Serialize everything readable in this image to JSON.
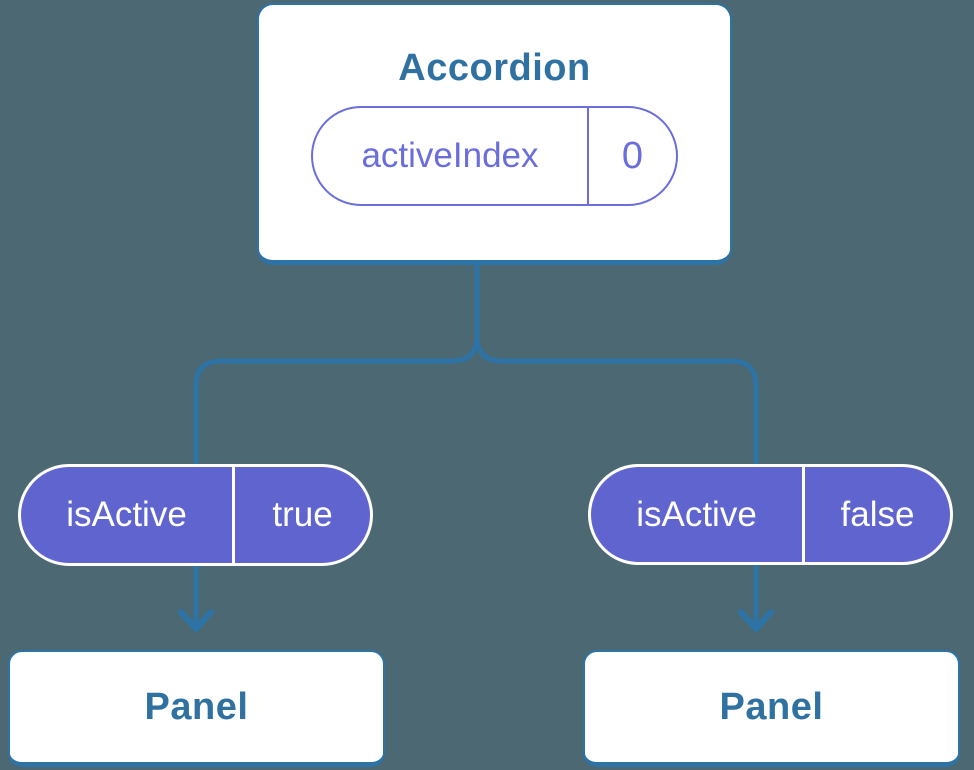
{
  "root": {
    "title": "Accordion",
    "prop": {
      "name": "activeIndex",
      "value": "0"
    }
  },
  "children": [
    {
      "prop": {
        "name": "isActive",
        "value": "true"
      }
    },
    {
      "prop": {
        "name": "isActive",
        "value": "false"
      }
    }
  ],
  "panels": [
    {
      "title": "Panel"
    },
    {
      "title": "Panel"
    }
  ],
  "colors": {
    "background": "#4c6872",
    "steel_blue": "#2d73a6",
    "steel_text": "#2f71a0",
    "purple_fill": "#6064cf",
    "purple_outline": "#6a6edb",
    "card_background": "#ffffff",
    "pill_text": "#ffffff"
  }
}
